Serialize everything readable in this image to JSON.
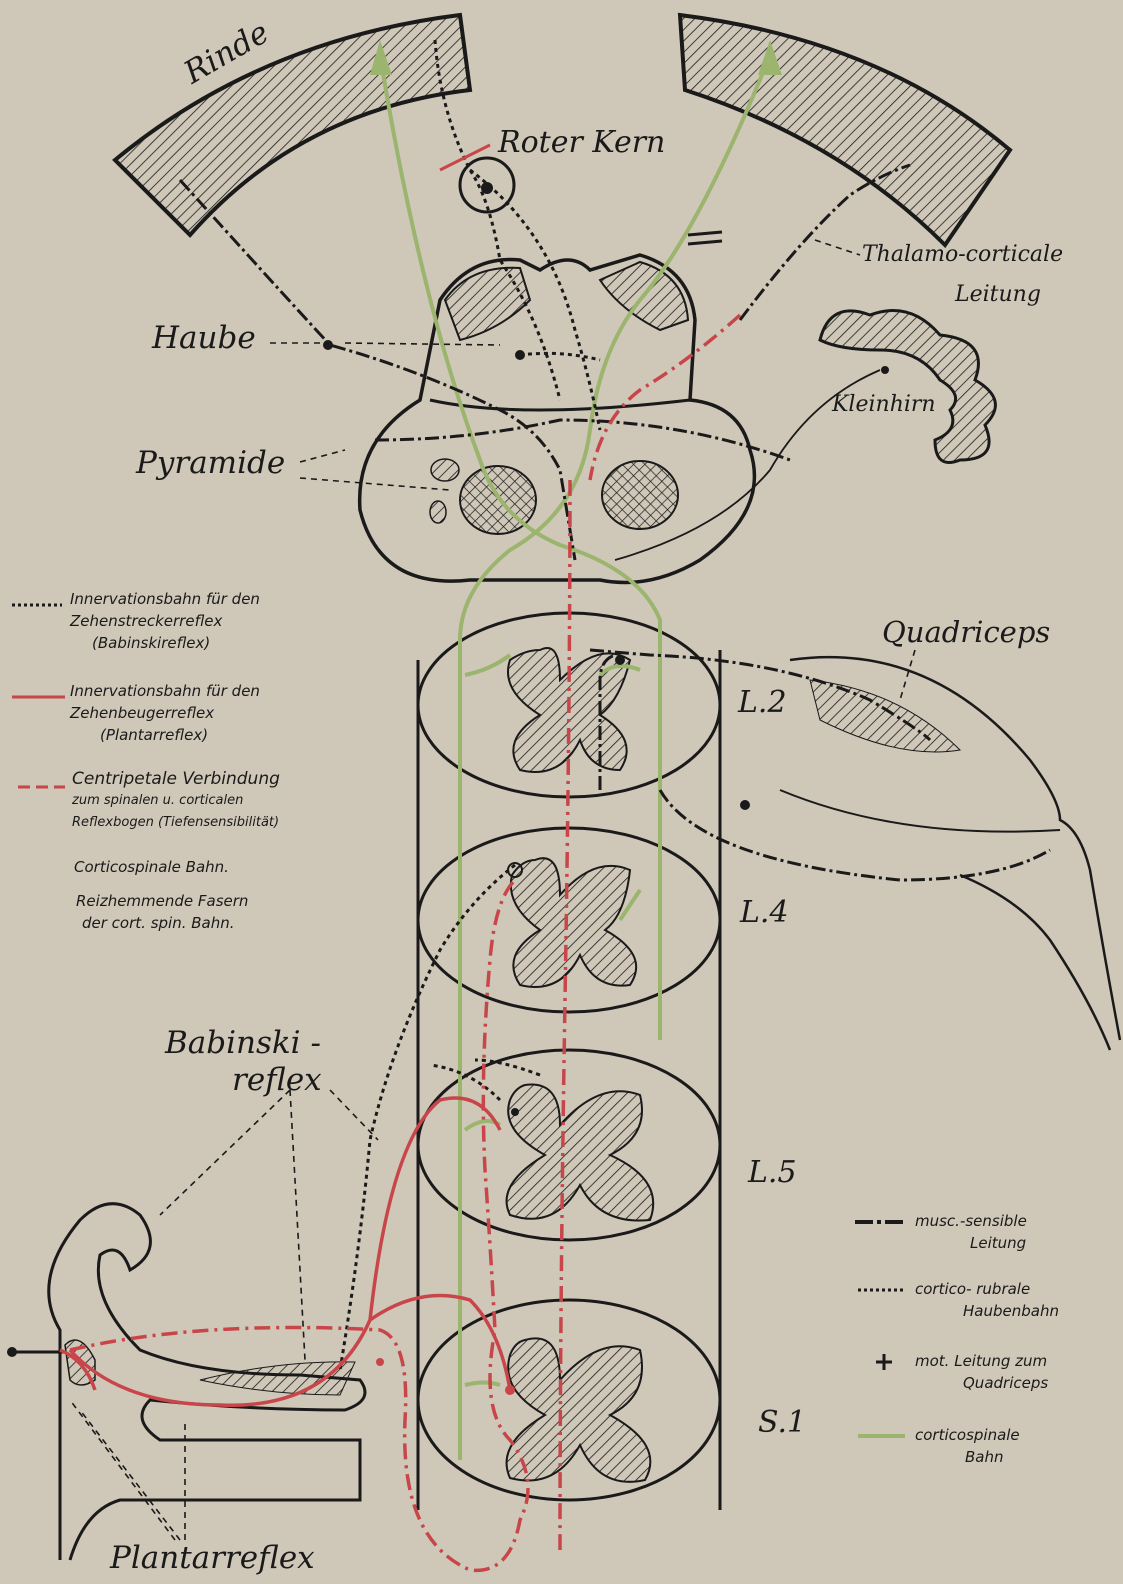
{
  "labels": {
    "rinde": "Rinde",
    "roter_kern": "Roter Kern",
    "thalamo": "Thalamo-corticale",
    "leitung": "Leitung",
    "haube": "Haube",
    "kleinhirn": "Kleinhirn",
    "pyramide": "Pyramide",
    "quadriceps": "Quadriceps",
    "babinski_1": "Babinski -",
    "babinski_2": "reflex",
    "plantarreflex": "Plantarreflex",
    "segments": [
      "L.2",
      "L.4",
      "L.5",
      "S.1"
    ]
  },
  "legend_left": {
    "item1": [
      "Innervationsbahn für den",
      "Zehenstreckerreflex",
      "(Babinskireflex)"
    ],
    "item2": [
      "Innervationsbahn für den",
      "Zehenbeugerreflex",
      "(Plantarreflex)"
    ],
    "item3": [
      "Centripetale Verbindung",
      "zum spinalen u. corticalen",
      "Reflexbogen (Tiefensensibilität)"
    ],
    "item4": "Corticospinale Bahn.",
    "item5": [
      "Reizhemmende Fasern",
      "der cort. spin. Bahn."
    ]
  },
  "legend_right": {
    "item1": [
      "musc.-sensible",
      "Leitung"
    ],
    "item2": [
      "cortico- rubrale",
      "Haubenbahn"
    ],
    "item3": [
      "mot. Leitung zum",
      "Quadriceps"
    ],
    "item4": [
      "corticospinale",
      "Bahn"
    ]
  },
  "colors": {
    "background": "#cfc7b8",
    "ink": "#1a1a1a",
    "red_path": "#c8464a",
    "green_path": "#9bb46e"
  }
}
